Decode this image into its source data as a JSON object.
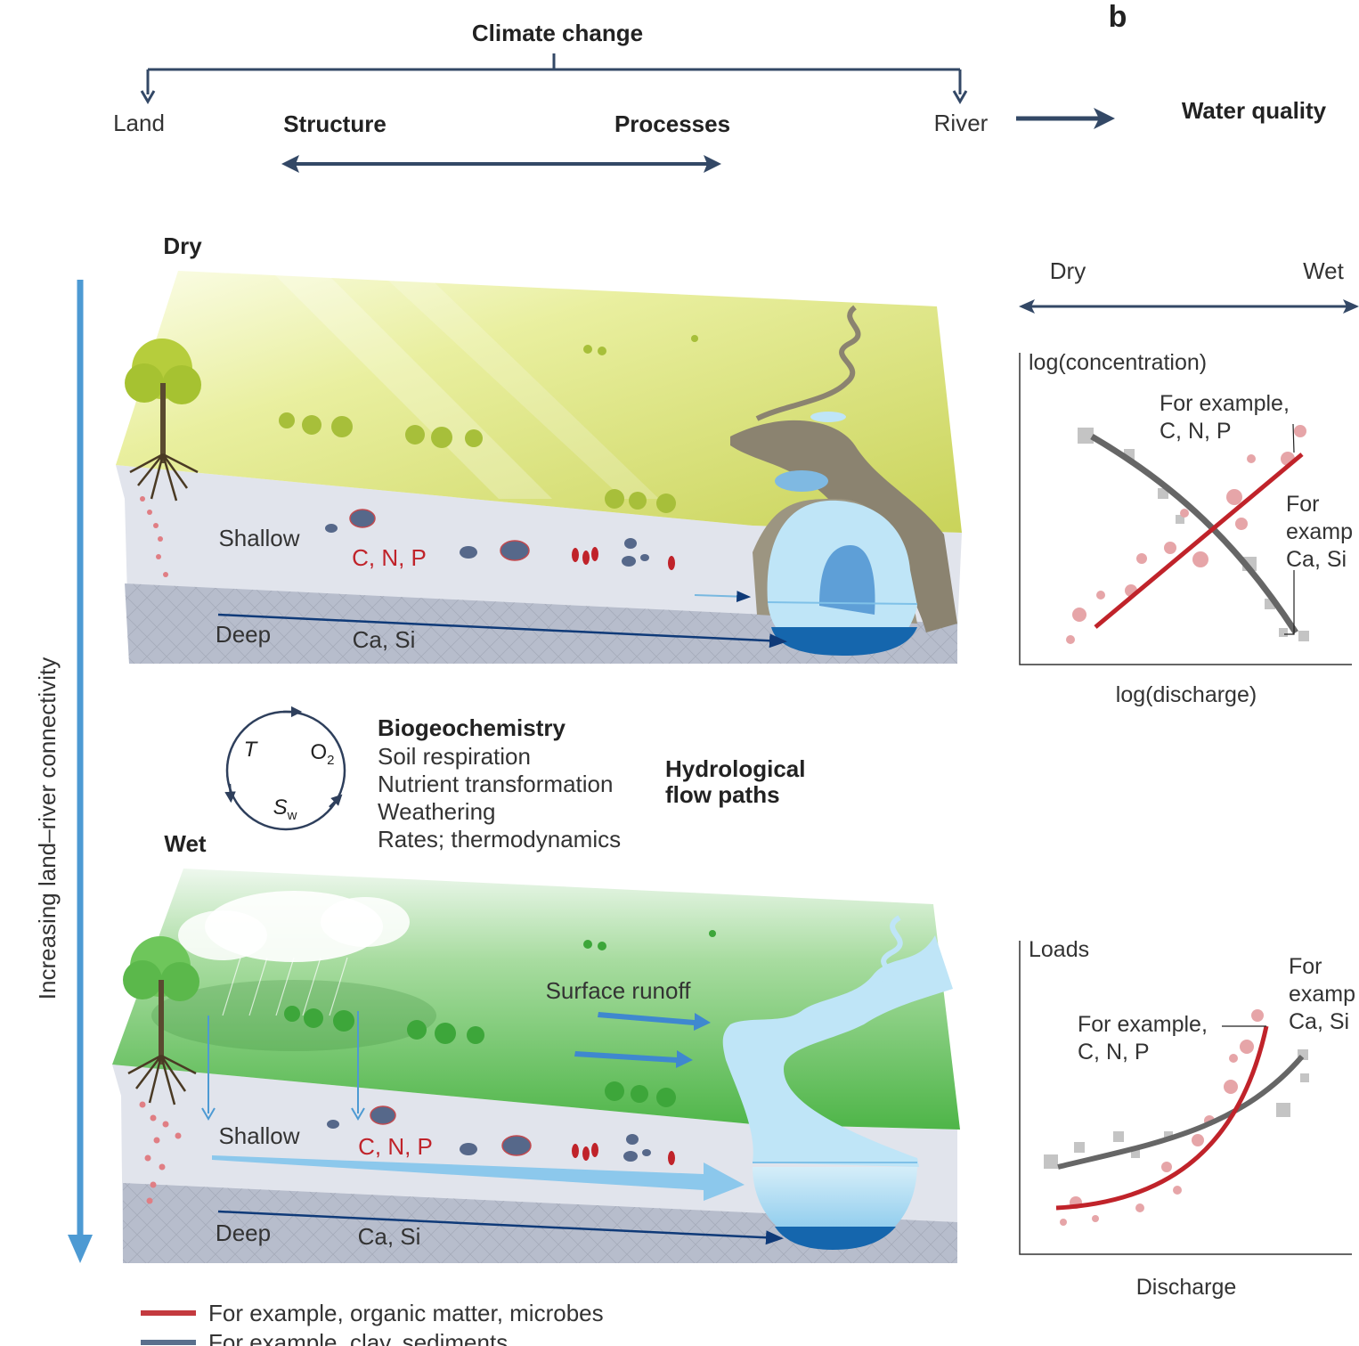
{
  "header": {
    "climate": "Climate change",
    "land": "Land",
    "river": "River",
    "structure": "Structure",
    "processes": "Processes",
    "water_quality": "Water quality",
    "panel_b": "b"
  },
  "axis": {
    "connectivity": "Increasing land–river connectivity",
    "dry": "Dry",
    "wet": "Wet"
  },
  "dry_block": {
    "shallow": "Shallow",
    "deep": "Deep",
    "cnp": "C, N, P",
    "casi": "Ca, Si"
  },
  "wet_block": {
    "shallow": "Shallow",
    "deep": "Deep",
    "cnp": "C, N, P",
    "casi": "Ca, Si",
    "runoff": "Surface runoff"
  },
  "cycle": {
    "t": "T",
    "o": "O",
    "o_sub": "2",
    "s": "S",
    "s_sub": "w"
  },
  "bio": {
    "title": "Biogeochemistry",
    "items": [
      "Soil respiration",
      "Nutrient transformation",
      "Weathering",
      "Rates; thermodynamics"
    ]
  },
  "hydro": {
    "line1": "Hydrological",
    "line2": "flow paths"
  },
  "panel_b": {
    "dry": "Dry",
    "wet": "Wet"
  },
  "chart_data": [
    {
      "type": "scatter",
      "ylabel": "log(concentration)",
      "xlabel": "log(discharge)",
      "series": [
        {
          "color": "#c0232a",
          "trend": "increasing",
          "annotation": [
            "For example,",
            "C, N, P"
          ]
        },
        {
          "color": "#666666",
          "trend": "decreasing",
          "annotation": [
            "For",
            "examp",
            "Ca, Si"
          ]
        }
      ]
    },
    {
      "type": "scatter",
      "ylabel": "Loads",
      "xlabel": "Discharge",
      "series": [
        {
          "color": "#c0232a",
          "trend": "steep increase",
          "annotation": [
            "For example,",
            "C, N, P"
          ]
        },
        {
          "color": "#666666",
          "trend": "moderate increase",
          "annotation": [
            "For",
            "examp",
            "Ca, Si"
          ]
        }
      ]
    }
  ],
  "legend": [
    {
      "label": "For example, organic matter, microbes",
      "color": "#c43a3f"
    },
    {
      "label": "For example, clay, sediments",
      "color": "#5a6f8c"
    }
  ]
}
